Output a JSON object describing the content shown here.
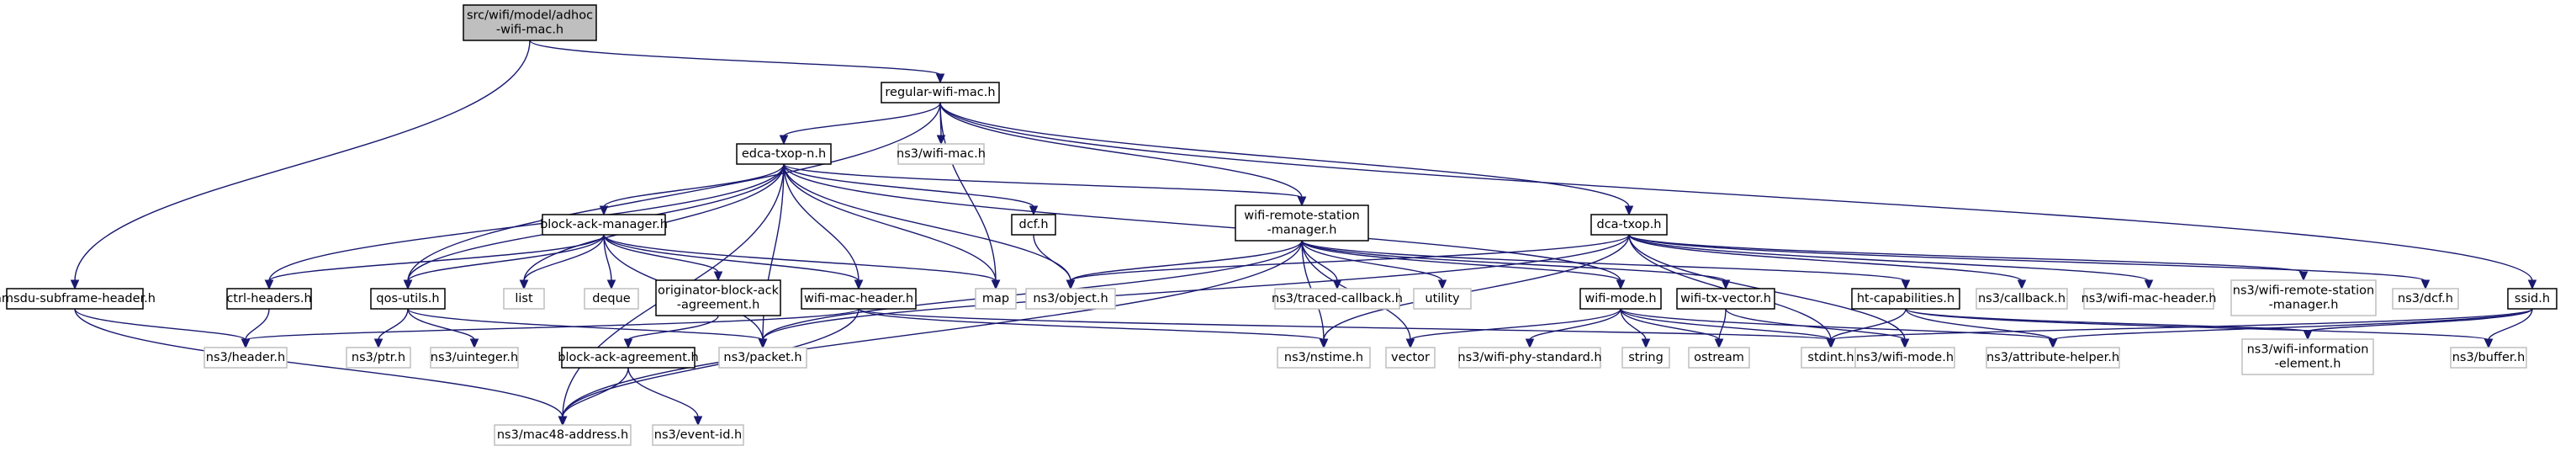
{
  "diagram": {
    "nodes": [
      {
        "id": "adhoc",
        "lines": [
          "src/wifi/model/adhoc",
          "-wifi-mac.h"
        ],
        "kind": "root"
      },
      {
        "id": "regular",
        "lines": [
          "regular-wifi-mac.h"
        ],
        "kind": "doc"
      },
      {
        "id": "amsdu",
        "lines": [
          "amsdu-subframe-header.h"
        ],
        "kind": "doc"
      },
      {
        "id": "edca",
        "lines": [
          "edca-txop-n.h"
        ],
        "kind": "doc"
      },
      {
        "id": "ns3wifimac",
        "lines": [
          "ns3/wifi-mac.h"
        ],
        "kind": "ext"
      },
      {
        "id": "remote",
        "lines": [
          "wifi-remote-station",
          "-manager.h"
        ],
        "kind": "doc"
      },
      {
        "id": "dca",
        "lines": [
          "dca-txop.h"
        ],
        "kind": "doc"
      },
      {
        "id": "block",
        "lines": [
          "block-ack-manager.h"
        ],
        "kind": "doc"
      },
      {
        "id": "dcfh",
        "lines": [
          "dcf.h"
        ],
        "kind": "doc"
      },
      {
        "id": "ctrl",
        "lines": [
          "ctrl-headers.h"
        ],
        "kind": "doc"
      },
      {
        "id": "qos",
        "lines": [
          "qos-utils.h"
        ],
        "kind": "doc"
      },
      {
        "id": "list",
        "lines": [
          "list"
        ],
        "kind": "ext"
      },
      {
        "id": "deque",
        "lines": [
          "deque"
        ],
        "kind": "ext"
      },
      {
        "id": "orig",
        "lines": [
          "originator-block-ack",
          "-agreement.h"
        ],
        "kind": "doc"
      },
      {
        "id": "machdr",
        "lines": [
          "wifi-mac-header.h"
        ],
        "kind": "doc"
      },
      {
        "id": "map",
        "lines": [
          "map"
        ],
        "kind": "ext"
      },
      {
        "id": "object",
        "lines": [
          "ns3/object.h"
        ],
        "kind": "ext"
      },
      {
        "id": "traced",
        "lines": [
          "ns3/traced-callback.h"
        ],
        "kind": "ext"
      },
      {
        "id": "utility",
        "lines": [
          "utility"
        ],
        "kind": "ext"
      },
      {
        "id": "wifimode",
        "lines": [
          "wifi-mode.h"
        ],
        "kind": "doc"
      },
      {
        "id": "txvector",
        "lines": [
          "wifi-tx-vector.h"
        ],
        "kind": "doc"
      },
      {
        "id": "htcap",
        "lines": [
          "ht-capabilities.h"
        ],
        "kind": "doc"
      },
      {
        "id": "callback",
        "lines": [
          "ns3/callback.h"
        ],
        "kind": "ext"
      },
      {
        "id": "ns3machdr",
        "lines": [
          "ns3/wifi-mac-header.h"
        ],
        "kind": "ext"
      },
      {
        "id": "ns3remote",
        "lines": [
          "ns3/wifi-remote-station",
          "-manager.h"
        ],
        "kind": "ext"
      },
      {
        "id": "ns3dcf",
        "lines": [
          "ns3/dcf.h"
        ],
        "kind": "ext"
      },
      {
        "id": "ssid",
        "lines": [
          "ssid.h"
        ],
        "kind": "doc"
      },
      {
        "id": "header",
        "lines": [
          "ns3/header.h"
        ],
        "kind": "ext"
      },
      {
        "id": "ptr",
        "lines": [
          "ns3/ptr.h"
        ],
        "kind": "ext"
      },
      {
        "id": "uinteger",
        "lines": [
          "ns3/uinteger.h"
        ],
        "kind": "ext"
      },
      {
        "id": "bagree",
        "lines": [
          "block-ack-agreement.h"
        ],
        "kind": "doc"
      },
      {
        "id": "packet",
        "lines": [
          "ns3/packet.h"
        ],
        "kind": "ext"
      },
      {
        "id": "nstime",
        "lines": [
          "ns3/nstime.h"
        ],
        "kind": "ext"
      },
      {
        "id": "vector",
        "lines": [
          "vector"
        ],
        "kind": "ext"
      },
      {
        "id": "phystd",
        "lines": [
          "ns3/wifi-phy-standard.h"
        ],
        "kind": "ext"
      },
      {
        "id": "string",
        "lines": [
          "string"
        ],
        "kind": "ext"
      },
      {
        "id": "ostream",
        "lines": [
          "ostream"
        ],
        "kind": "ext"
      },
      {
        "id": "stdint",
        "lines": [
          "stdint.h"
        ],
        "kind": "ext"
      },
      {
        "id": "ns3wifimode",
        "lines": [
          "ns3/wifi-mode.h"
        ],
        "kind": "ext"
      },
      {
        "id": "attr",
        "lines": [
          "ns3/attribute-helper.h"
        ],
        "kind": "ext"
      },
      {
        "id": "infoelem",
        "lines": [
          "ns3/wifi-information",
          "-element.h"
        ],
        "kind": "ext"
      },
      {
        "id": "buffer",
        "lines": [
          "ns3/buffer.h"
        ],
        "kind": "ext"
      },
      {
        "id": "mac48",
        "lines": [
          "ns3/mac48-address.h"
        ],
        "kind": "ext"
      },
      {
        "id": "eventid",
        "lines": [
          "ns3/event-id.h"
        ],
        "kind": "ext"
      }
    ],
    "edges": [
      [
        "adhoc",
        "regular"
      ],
      [
        "adhoc",
        "amsdu"
      ],
      [
        "regular",
        "edca"
      ],
      [
        "regular",
        "ns3wifimac"
      ],
      [
        "regular",
        "remote"
      ],
      [
        "regular",
        "dca"
      ],
      [
        "regular",
        "ssid"
      ],
      [
        "regular",
        "qos"
      ],
      [
        "regular",
        "map"
      ],
      [
        "amsdu",
        "header"
      ],
      [
        "amsdu",
        "mac48"
      ],
      [
        "edca",
        "block"
      ],
      [
        "edca",
        "dcfh"
      ],
      [
        "edca",
        "remote"
      ],
      [
        "edca",
        "ctrl"
      ],
      [
        "edca",
        "qos"
      ],
      [
        "edca",
        "list"
      ],
      [
        "edca",
        "machdr"
      ],
      [
        "edca",
        "map"
      ],
      [
        "edca",
        "object"
      ],
      [
        "edca",
        "packet"
      ],
      [
        "edca",
        "mac48"
      ],
      [
        "edca",
        "wifimode"
      ],
      [
        "block",
        "ctrl"
      ],
      [
        "block",
        "qos"
      ],
      [
        "block",
        "list"
      ],
      [
        "block",
        "deque"
      ],
      [
        "block",
        "orig"
      ],
      [
        "block",
        "machdr"
      ],
      [
        "block",
        "map"
      ],
      [
        "block",
        "packet"
      ],
      [
        "dcfh",
        "object"
      ],
      [
        "remote",
        "object"
      ],
      [
        "remote",
        "traced"
      ],
      [
        "remote",
        "utility"
      ],
      [
        "remote",
        "wifimode"
      ],
      [
        "remote",
        "txvector"
      ],
      [
        "remote",
        "htcap"
      ],
      [
        "remote",
        "packet"
      ],
      [
        "remote",
        "nstime"
      ],
      [
        "remote",
        "vector"
      ],
      [
        "remote",
        "mac48"
      ],
      [
        "dca",
        "object"
      ],
      [
        "dca",
        "callback"
      ],
      [
        "dca",
        "ns3machdr"
      ],
      [
        "dca",
        "ns3remote"
      ],
      [
        "dca",
        "ns3dcf"
      ],
      [
        "dca",
        "packet"
      ],
      [
        "dca",
        "nstime"
      ],
      [
        "dca",
        "stdint"
      ],
      [
        "dca",
        "ns3wifimode"
      ],
      [
        "ctrl",
        "header"
      ],
      [
        "qos",
        "ptr"
      ],
      [
        "qos",
        "uinteger"
      ],
      [
        "qos",
        "packet"
      ],
      [
        "orig",
        "bagree"
      ],
      [
        "machdr",
        "header"
      ],
      [
        "machdr",
        "mac48"
      ],
      [
        "machdr",
        "nstime"
      ],
      [
        "machdr",
        "stdint"
      ],
      [
        "wifimode",
        "phystd"
      ],
      [
        "wifimode",
        "string"
      ],
      [
        "wifimode",
        "ostream"
      ],
      [
        "wifimode",
        "stdint"
      ],
      [
        "wifimode",
        "vector"
      ],
      [
        "wifimode",
        "attr"
      ],
      [
        "txvector",
        "ostream"
      ],
      [
        "txvector",
        "ns3wifimode"
      ],
      [
        "htcap",
        "stdint"
      ],
      [
        "htcap",
        "attr"
      ],
      [
        "htcap",
        "buffer"
      ],
      [
        "htcap",
        "infoelem"
      ],
      [
        "ssid",
        "stdint"
      ],
      [
        "ssid",
        "buffer"
      ],
      [
        "ssid",
        "attr"
      ],
      [
        "ssid",
        "infoelem"
      ],
      [
        "bagree",
        "mac48"
      ],
      [
        "bagree",
        "eventid"
      ]
    ]
  }
}
